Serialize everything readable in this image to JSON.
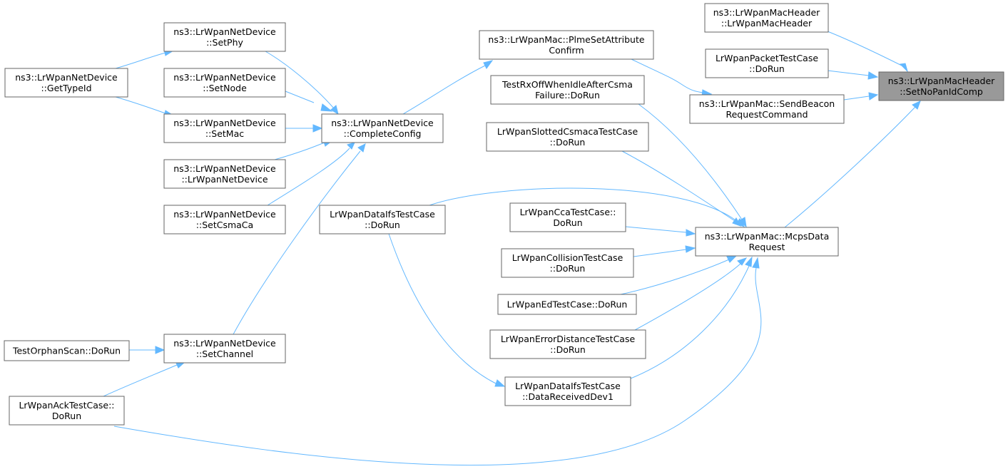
{
  "colors": {
    "edge": "#63b8ff",
    "node_border": "#666666",
    "focus_fill": "#999999",
    "node_fill": "#ffffff"
  },
  "nodes": [
    {
      "id": "setnopanidcomp",
      "lines": [
        "ns3::LrWpanMacHeader",
        "::SetNoPanIdComp"
      ],
      "focus": true
    },
    {
      "id": "hdr_ctor",
      "lines": [
        "ns3::LrWpanMacHeader",
        "::LrWpanMacHeader"
      ]
    },
    {
      "id": "packettest",
      "lines": [
        "LrWpanPacketTestCase",
        "::DoRun"
      ]
    },
    {
      "id": "sendbeacon",
      "lines": [
        "ns3::LrWpanMac::SendBeacon",
        "RequestCommand"
      ]
    },
    {
      "id": "mcpsdata",
      "lines": [
        "ns3::LrWpanMac::McpsData",
        "Request"
      ]
    },
    {
      "id": "plmeset",
      "lines": [
        "ns3::LrWpanMac::PlmeSetAttribute",
        "Confirm"
      ]
    },
    {
      "id": "rxoff",
      "lines": [
        "TestRxOffWhenIdleAfterCsma",
        "Failure::DoRun"
      ]
    },
    {
      "id": "slotted",
      "lines": [
        "LrWpanSlottedCsmacaTestCase",
        "::DoRun"
      ]
    },
    {
      "id": "datafs",
      "lines": [
        "LrWpanDataIfsTestCase",
        "::DoRun"
      ]
    },
    {
      "id": "cca",
      "lines": [
        "LrWpanCcaTestCase::",
        "DoRun"
      ]
    },
    {
      "id": "collision",
      "lines": [
        "LrWpanCollisionTestCase",
        "::DoRun"
      ]
    },
    {
      "id": "ed",
      "lines": [
        "LrWpanEdTestCase::DoRun"
      ]
    },
    {
      "id": "errdist",
      "lines": [
        "LrWpanErrorDistanceTestCase",
        "::DoRun"
      ]
    },
    {
      "id": "datarecv",
      "lines": [
        "LrWpanDataIfsTestCase",
        "::DataReceivedDev1"
      ]
    },
    {
      "id": "completeconfig",
      "lines": [
        "ns3::LrWpanNetDevice",
        "::CompleteConfig"
      ]
    },
    {
      "id": "setphy",
      "lines": [
        "ns3::LrWpanNetDevice",
        "::SetPhy"
      ]
    },
    {
      "id": "setnode",
      "lines": [
        "ns3::LrWpanNetDevice",
        "::SetNode"
      ]
    },
    {
      "id": "setmac",
      "lines": [
        "ns3::LrWpanNetDevice",
        "::SetMac"
      ]
    },
    {
      "id": "netdev_ctor",
      "lines": [
        "ns3::LrWpanNetDevice",
        "::LrWpanNetDevice"
      ]
    },
    {
      "id": "setcsmaca",
      "lines": [
        "ns3::LrWpanNetDevice",
        "::SetCsmaCa"
      ]
    },
    {
      "id": "setchannel",
      "lines": [
        "ns3::LrWpanNetDevice",
        "::SetChannel"
      ]
    },
    {
      "id": "gettypeid",
      "lines": [
        "ns3::LrWpanNetDevice",
        "::GetTypeId"
      ]
    },
    {
      "id": "orphan",
      "lines": [
        "TestOrphanScan::DoRun"
      ]
    },
    {
      "id": "acktest",
      "lines": [
        "LrWpanAckTestCase::",
        "DoRun"
      ]
    }
  ]
}
